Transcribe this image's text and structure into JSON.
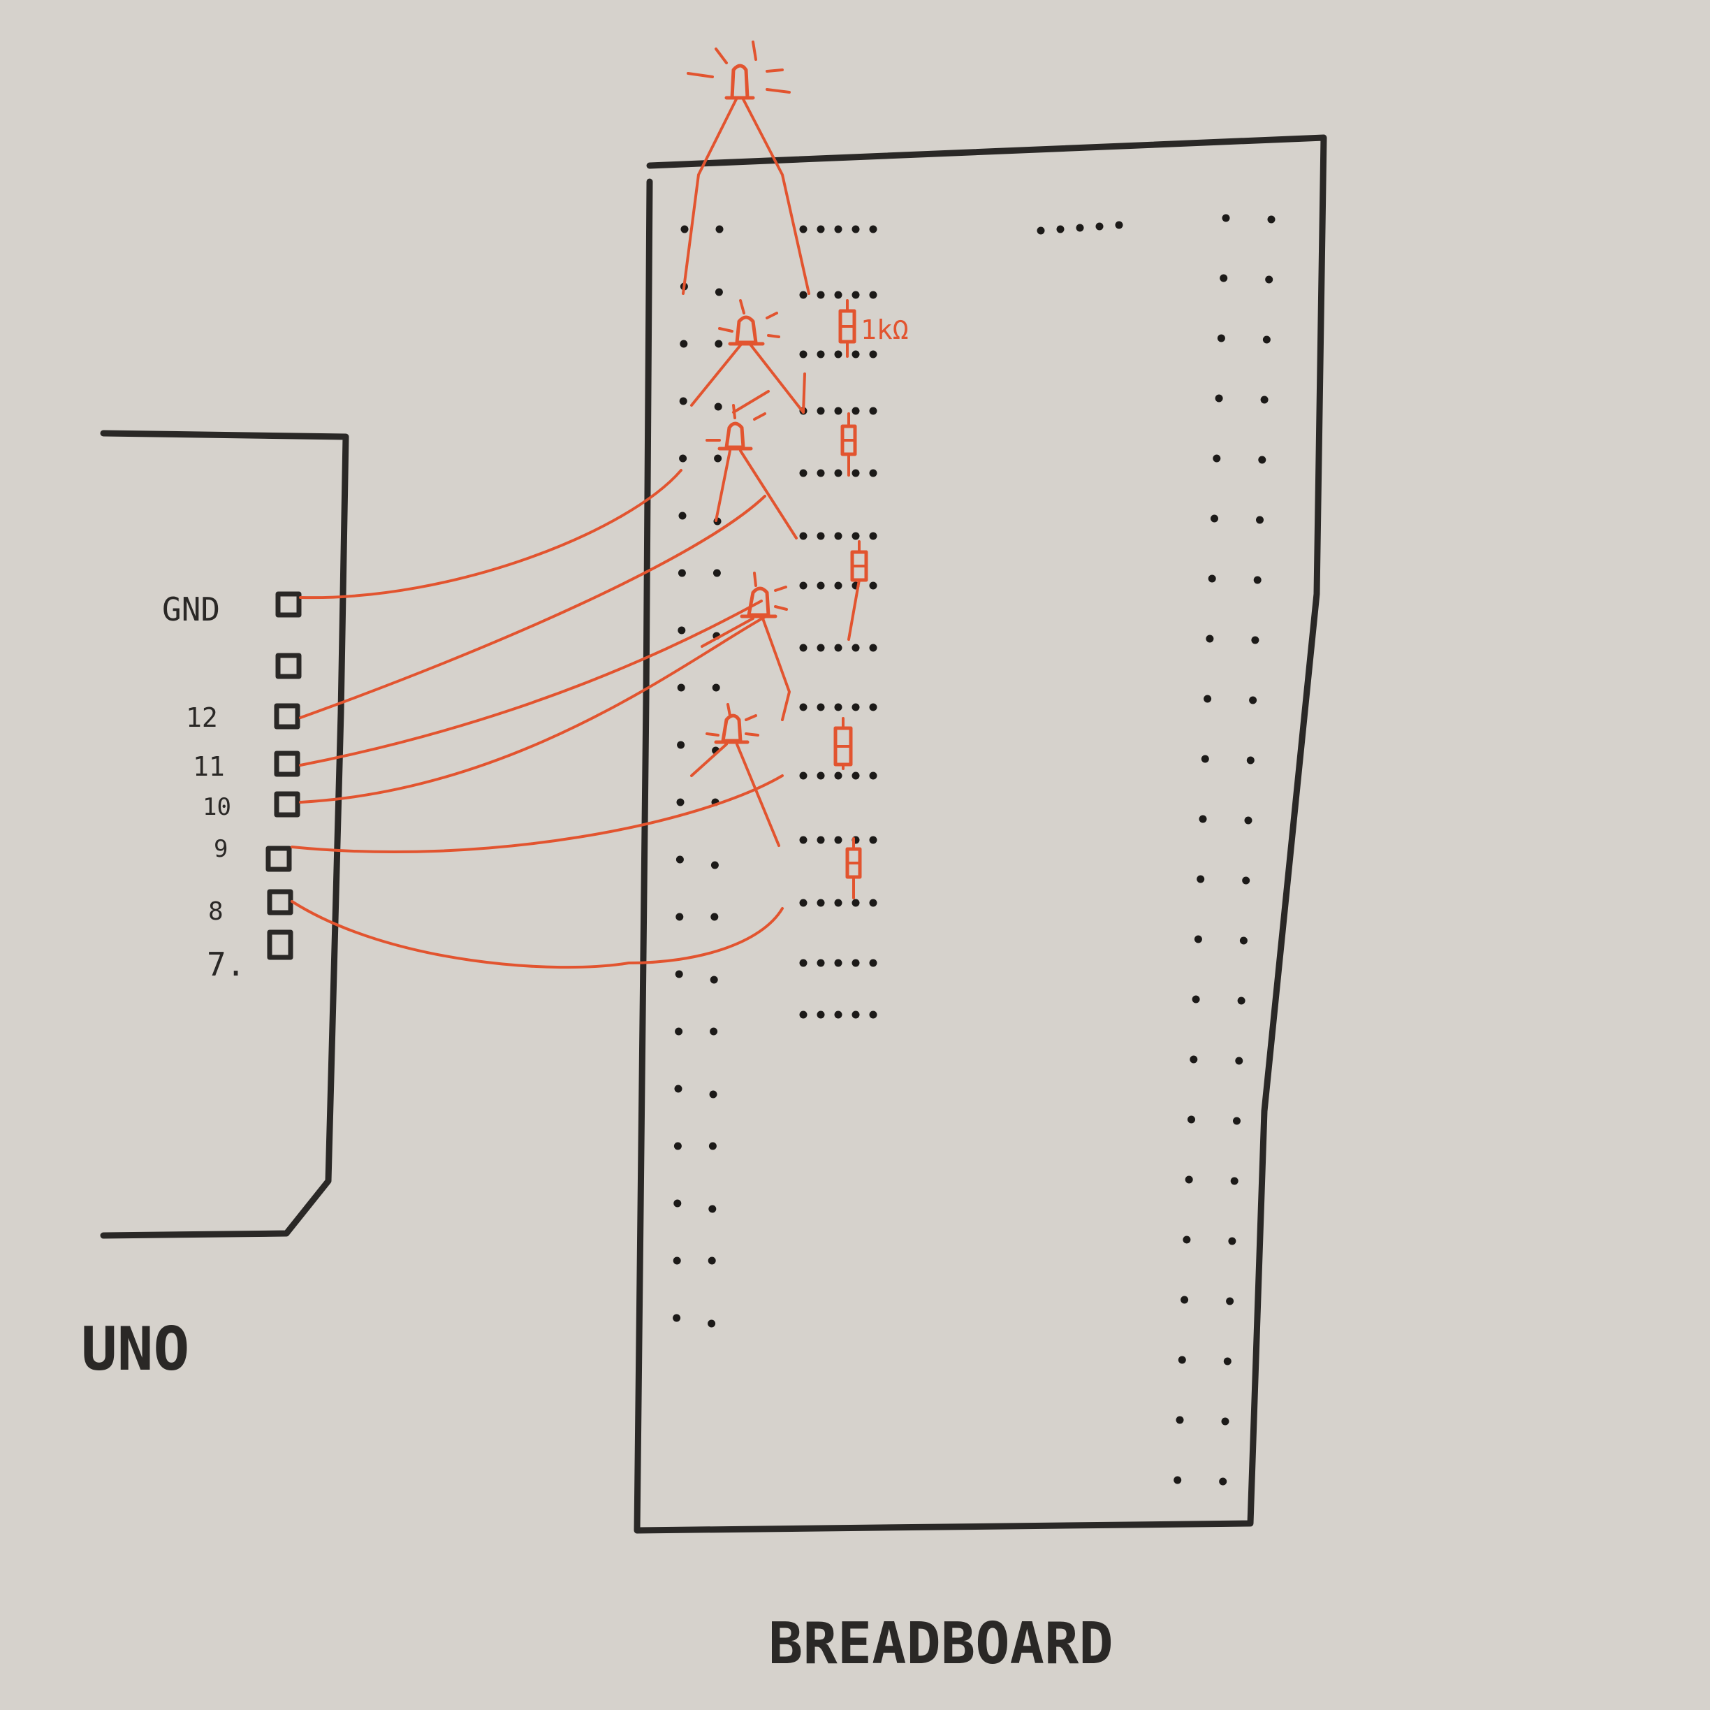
{
  "colors": {
    "paper": "#d6d2cc",
    "ink": "#2a2826",
    "wire": "#e2542f"
  },
  "uno": {
    "label": "UNO",
    "pins": [
      {
        "id": "gnd",
        "label": "GND"
      },
      {
        "id": "unlabeled",
        "label": ""
      },
      {
        "id": "p12",
        "label": "12"
      },
      {
        "id": "p11",
        "label": "11"
      },
      {
        "id": "p10",
        "label": "10"
      },
      {
        "id": "p9",
        "label": "9"
      },
      {
        "id": "p8",
        "label": "8"
      },
      {
        "id": "p7",
        "label": "7."
      }
    ]
  },
  "breadboard": {
    "label": "BREADBOARD"
  },
  "resistor_label": "1kΩ"
}
